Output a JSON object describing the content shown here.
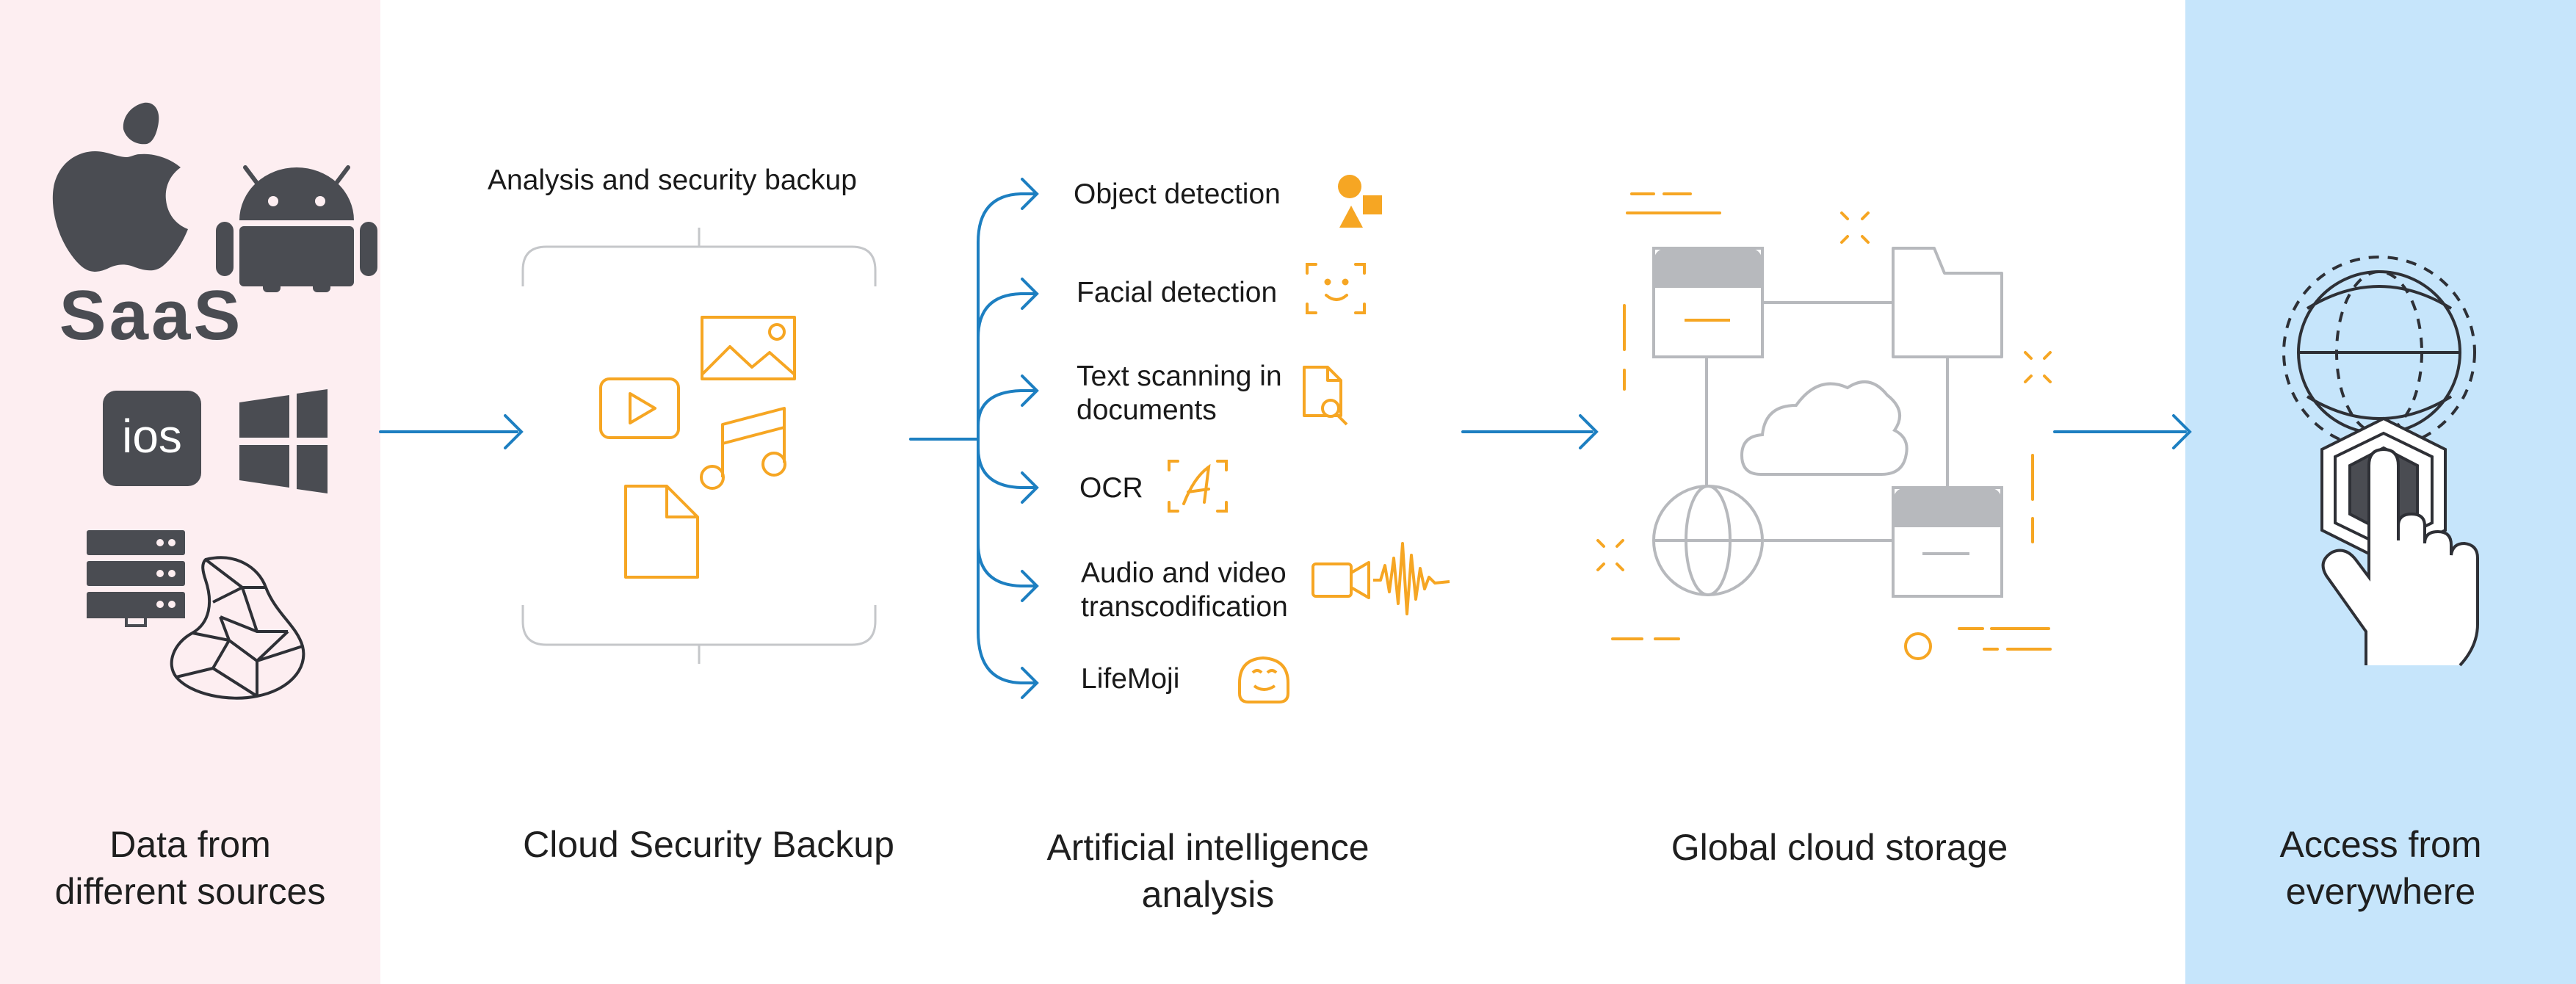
{
  "sections": {
    "sources": {
      "caption_line1": "Data from",
      "caption_line2": "different sources"
    },
    "backup": {
      "caption": "Cloud Security Backup",
      "subtitle": "Analysis and security backup"
    },
    "ai": {
      "caption_line1": "Artificial intelligence",
      "caption_line2": "analysis"
    },
    "storage": {
      "caption": "Global cloud storage"
    },
    "access": {
      "caption_line1": "Access from",
      "caption_line2": "everywhere"
    }
  },
  "source_icons": {
    "saas_label": "SaaS",
    "ios_label": "ios",
    "icons": [
      "apple-icon",
      "android-icon",
      "saas-logo",
      "ios-icon",
      "windows-icon",
      "server-icon",
      "database-icon"
    ]
  },
  "ai_features": [
    {
      "label_line1": "Object detection",
      "label_line2": "",
      "icon": "shapes-icon"
    },
    {
      "label_line1": "Facial detection",
      "label_line2": "",
      "icon": "face-scan-icon"
    },
    {
      "label_line1": "Text scanning in",
      "label_line2": "documents",
      "icon": "document-search-icon"
    },
    {
      "label_line1": "OCR",
      "label_line2": "",
      "icon": "ocr-icon"
    },
    {
      "label_line1": "Audio and video",
      "label_line2": "transcodification",
      "icon": "video-waveform-icon"
    },
    {
      "label_line1": "LifeMoji",
      "label_line2": "",
      "icon": "emoji-icon"
    }
  ],
  "colors": {
    "sources_panel": "#fdeef1",
    "access_panel": "#c6e5fb",
    "arrow": "#1d7fc1",
    "accent_orange": "#f6a623",
    "dark_icon": "#4a4c52",
    "line_gray": "#b7b9bd"
  }
}
